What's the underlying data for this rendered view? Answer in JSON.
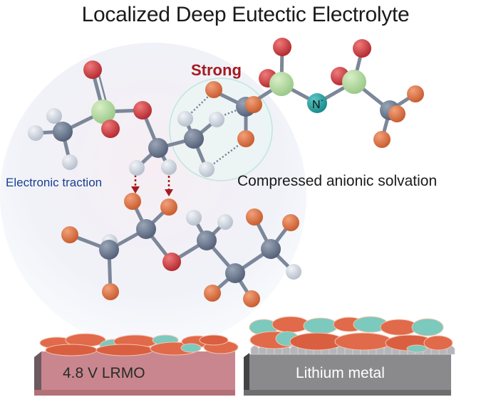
{
  "title": "Localized Deep Eutectic Electrolyte",
  "labels": {
    "strong": "Strong",
    "electronic_traction": "Electronic traction",
    "compressed_solvation": "Compressed anionic solvation",
    "nitrogen_atom": "N",
    "nitrogen_charge": "-"
  },
  "electrodes": {
    "cathode": {
      "label": "4.8 V LRMO",
      "color": "#c9868e"
    },
    "anode": {
      "label": "Lithium metal",
      "color": "#8a8a8c"
    }
  },
  "colors": {
    "oxygen": "#cf3b3f",
    "sulfur": "#b7dba0",
    "carbon": "#6d7a8e",
    "hydrogen": "#d5dbe4",
    "fluorine": "#e0784a",
    "nitrogen": "#2aa6a6",
    "sei_orange": "#e06a4a",
    "sei_teal": "#7cc9bd",
    "arrow": "#a31b22"
  }
}
